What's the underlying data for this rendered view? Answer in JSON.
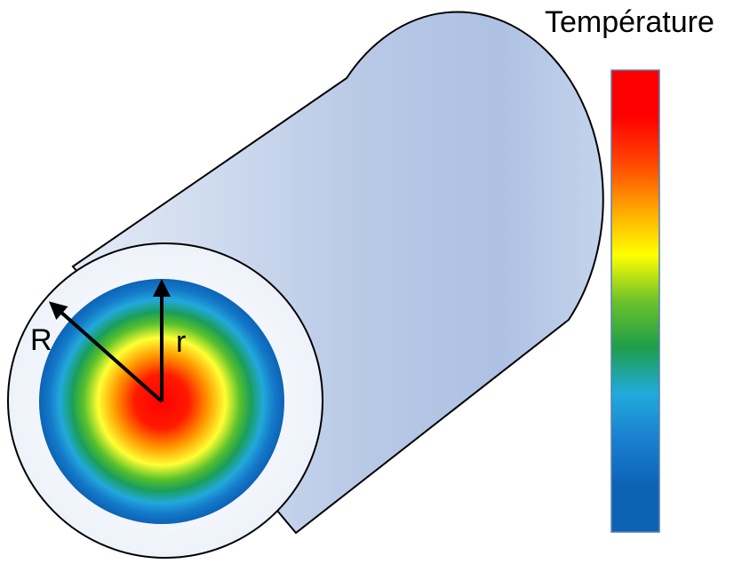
{
  "colorbar": {
    "title": "Température",
    "stops": [
      "#0c63b6",
      "#0c63b6",
      "#1a7fd0",
      "#22aadc",
      "#1e9e4a",
      "#6cc22a",
      "#ffff00",
      "#ffa500",
      "#ff4500",
      "#ff0000",
      "#ff0000"
    ]
  },
  "labels": {
    "outer_radius": "R",
    "inner_radius": "r"
  },
  "colors": {
    "cylinder_body_light": "#dde6f4",
    "cylinder_body_mid": "#b0c4e4",
    "cylinder_rim_fill": "#f3f6fc",
    "outline": "#000000",
    "heat_core": "#ff0000",
    "heat_outer": "#0c63b6"
  },
  "heat_profile": [
    {
      "pos": 0.0,
      "color": "#ff0000"
    },
    {
      "pos": 0.22,
      "color": "#ff1a00"
    },
    {
      "pos": 0.38,
      "color": "#ff9900"
    },
    {
      "pos": 0.52,
      "color": "#ffff33"
    },
    {
      "pos": 0.64,
      "color": "#58c02c"
    },
    {
      "pos": 0.73,
      "color": "#1a9e5a"
    },
    {
      "pos": 0.83,
      "color": "#22a8dc"
    },
    {
      "pos": 0.92,
      "color": "#1478c8"
    },
    {
      "pos": 1.0,
      "color": "#0c63b6"
    }
  ]
}
